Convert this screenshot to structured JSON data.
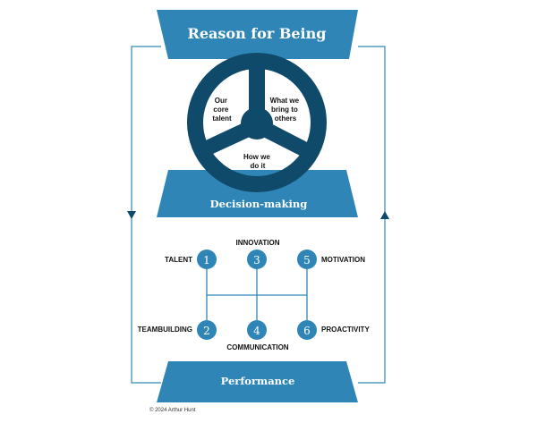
{
  "colors": {
    "primary": "#2f86b6",
    "wheel": "#0f4a6a",
    "line": "#2f86b6",
    "text": "#111111",
    "banner_text": "#ffffff"
  },
  "top_banner": {
    "title": "Reason for Being"
  },
  "steering_wheel": {
    "left_label": [
      "Our",
      "core",
      "talent"
    ],
    "right_label": [
      "What we",
      "bring to",
      "others"
    ],
    "bottom_label": [
      "How we",
      "do it"
    ]
  },
  "middle_banner": {
    "title": "Decision-making"
  },
  "gear_shift": {
    "nodes": [
      {
        "number": "1",
        "label": "TALENT"
      },
      {
        "number": "2",
        "label": "TEAMBUILDING"
      },
      {
        "number": "3",
        "label": "INNOVATION"
      },
      {
        "number": "4",
        "label": "COMMUNICATION"
      },
      {
        "number": "5",
        "label": "MOTIVATION"
      },
      {
        "number": "6",
        "label": "PROACTIVITY"
      }
    ]
  },
  "bottom_banner": {
    "title": "Performance"
  },
  "arrows": {
    "left": "arrow-down-icon",
    "right": "arrow-up-icon"
  },
  "footer": {
    "copyright": "© 2024 Arthur Hunt"
  }
}
